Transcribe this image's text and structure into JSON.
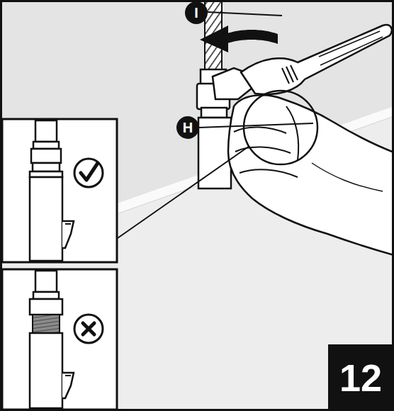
{
  "diagram": {
    "nodes": [
      {
        "text": [
          "I"
        ]
      },
      {
        "text": [
          "H"
        ]
      },
      {
        "text": [
          "12"
        ]
      }
    ]
  }
}
